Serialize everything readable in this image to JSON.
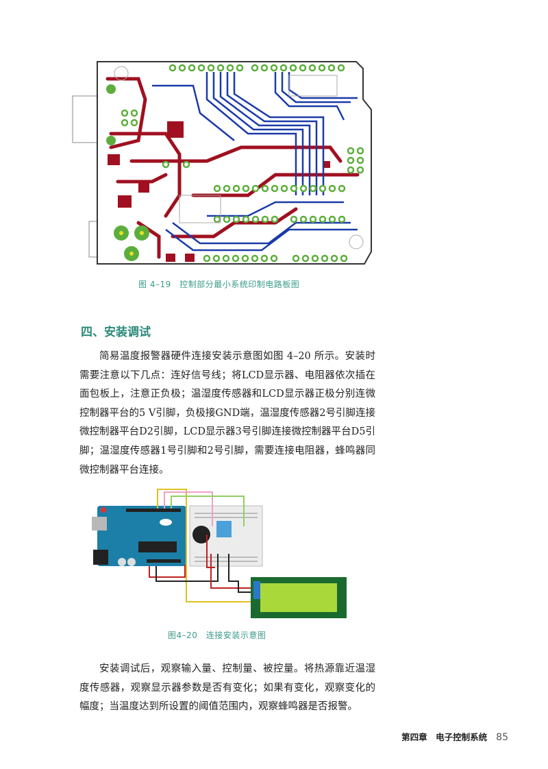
{
  "figures": [
    {
      "caption": "图 4–19　控制部分最小系统印制电路板图"
    },
    {
      "caption": "图4–20　连接安装示意图"
    }
  ],
  "section": {
    "heading": "四、安装调试"
  },
  "paragraphs": [
    "简易温度报警器硬件连接安装示意图如图 4–20 所示。安装时需要注意以下几点：连好信号线；将LCD显示器、电阻器依次插在面包板上，注意正负极；温湿度传感器和LCD显示器正极分别连微控制器平台的5 V引脚，负极接GND端，温湿度传感器2号引脚连接微控制器平台D2引脚，LCD显示器3号引脚连接微控制器平台D5引脚；温湿度传感器1号引脚和2号引脚，需要连接电阻器，蜂鸣器同微控制器平台连接。",
    "安装调试后，观察输入量、控制量、被控量。将热源靠近温湿度传感器，观察显示器参数是否有变化；如果有变化，观察变化的幅度；当温度达到所设置的阈值范围内，观察蜂鸣器是否报警。"
  ],
  "footer": {
    "chapter": "第四章　电子控制系统",
    "page": "85"
  }
}
